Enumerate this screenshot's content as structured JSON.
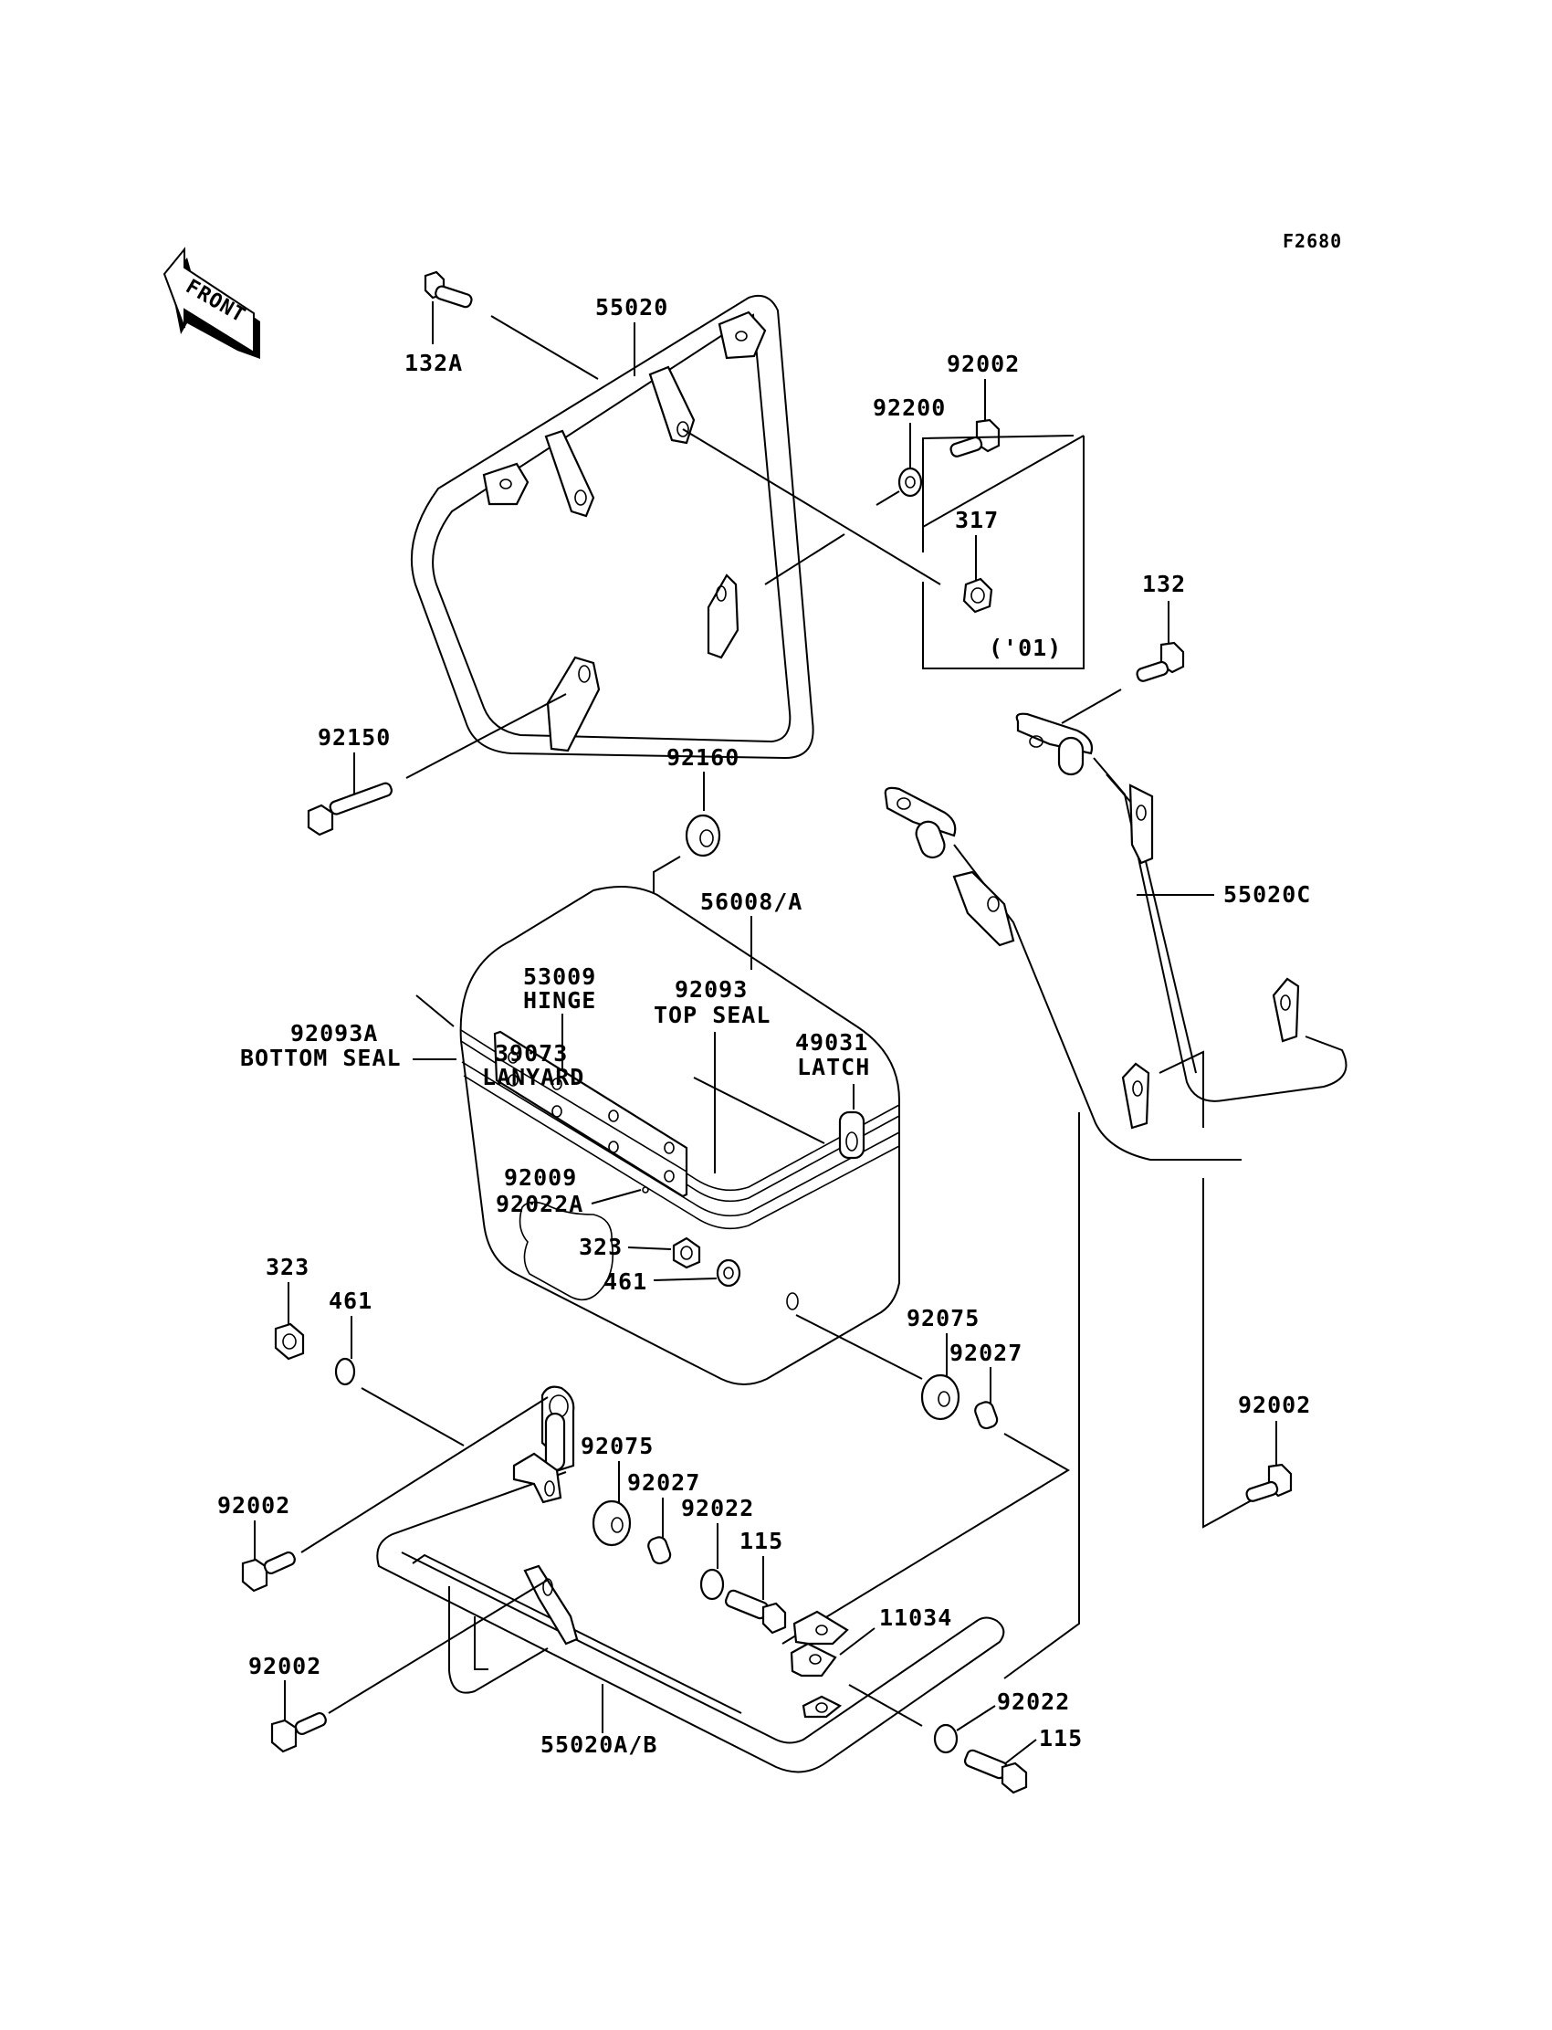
{
  "diagram": {
    "figure_id": "F2680",
    "front_indicator": "FRONT",
    "variant_note": "('01)",
    "labels": {
      "bolt_132A": "132A",
      "frame_55020": "55020",
      "bolt_92002_top": "92002",
      "washer_92200": "92200",
      "nut_317": "317",
      "bolt_132": "132",
      "bolt_92150": "92150",
      "grommet_92160": "92160",
      "case_56008": "56008/A",
      "bracket_55020C": "55020C",
      "hinge_num": "53009",
      "hinge_name": "HINGE",
      "top_seal_num": "92093",
      "top_seal_name": "TOP SEAL",
      "bottom_seal_num": "92093A",
      "bottom_seal_name": "BOTTOM SEAL",
      "lanyard_num": "39073",
      "lanyard_name": "LANYARD",
      "latch_num": "49031",
      "latch_name": "LATCH",
      "rivet_92009": "92009",
      "washer_92022A": "92022A",
      "nut_323_inner": "323",
      "washer_461_inner": "461",
      "nut_323_outer": "323",
      "washer_461_outer": "461",
      "grommet_92075_right": "92075",
      "collar_92027_right": "92027",
      "bolt_92002_right": "92002",
      "bolt_92002_left1": "92002",
      "bolt_92002_left2": "92002",
      "grommet_92075_mid": "92075",
      "collar_92027_mid": "92027",
      "washer_92022_mid": "92022",
      "bolt_115_mid": "115",
      "bracket_11034": "11034",
      "frame_55020AB": "55020A/B",
      "washer_92022_low": "92022",
      "bolt_115_low": "115"
    }
  }
}
